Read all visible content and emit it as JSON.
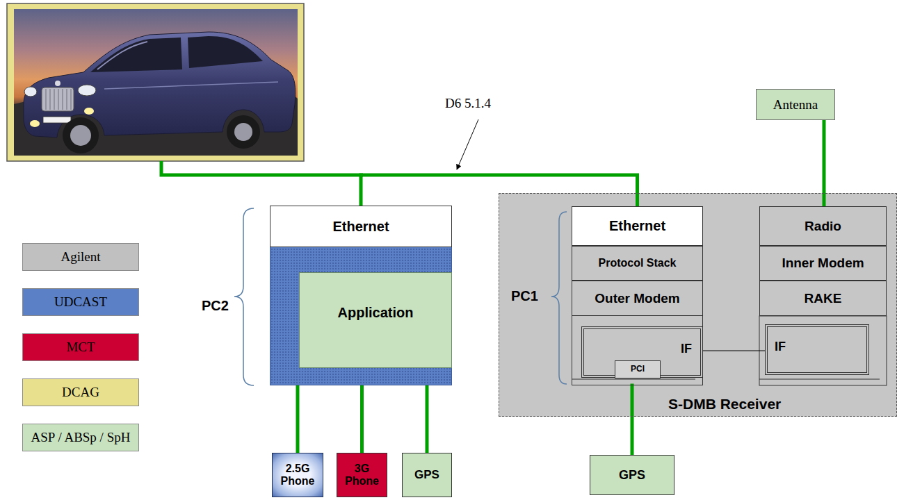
{
  "diagram": {
    "nodes": [
      {
        "text": [
          "Antenna"
        ]
      },
      {
        "text": [
          "PC2"
        ]
      },
      {
        "text": [
          "Ethernet"
        ],
        "in": 1
      },
      {
        "text": [
          "Application"
        ],
        "in": 1
      },
      {
        "text": [
          "S-DMB Receiver"
        ]
      },
      {
        "text": [
          "PC1"
        ],
        "in": 4
      },
      {
        "text": [
          "Ethernet"
        ],
        "in": 5
      },
      {
        "text": [
          "Protocol Stack"
        ],
        "in": 5
      },
      {
        "text": [
          "Outer Modem"
        ],
        "in": 5
      },
      {
        "text": [
          "IF"
        ],
        "in": 5
      },
      {
        "text": [
          "PCI"
        ],
        "in": 9
      },
      {
        "text": [
          "Radio"
        ],
        "in": 4
      },
      {
        "text": [
          "Inner Modem"
        ],
        "in": 4
      },
      {
        "text": [
          "RAKE"
        ],
        "in": 4
      },
      {
        "text": [
          "IF"
        ],
        "in": 4
      },
      {
        "text": [
          "2.5G Phone"
        ]
      },
      {
        "text": [
          "3G Phone"
        ]
      },
      {
        "text": [
          "GPS"
        ]
      },
      {
        "text": [
          "GPS"
        ]
      }
    ],
    "edges": [
      {
        "from": 2,
        "to": 6,
        "arrow": "none"
      },
      {
        "from": 0,
        "to": 11,
        "arrow": "none"
      },
      {
        "from": 9,
        "to": 14,
        "arrow": "none"
      },
      {
        "from": 1,
        "to": 15,
        "arrow": "none"
      },
      {
        "from": 1,
        "to": 16,
        "arrow": "none"
      },
      {
        "from": 1,
        "to": 17,
        "arrow": "none"
      },
      {
        "from": 5,
        "to": 18,
        "arrow": "none"
      }
    ],
    "labels": [
      "D6 5.1.4"
    ],
    "legend": [
      {
        "text": "Agilent",
        "color": "#c0c0c0"
      },
      {
        "text": "UDCAST",
        "color": "#5b80c6"
      },
      {
        "text": "MCT",
        "color": "#cc0033"
      },
      {
        "text": "DCAG",
        "color": "#e8e08c"
      },
      {
        "text": "ASP / ABSp / SpH",
        "color": "#c8e2c0"
      }
    ]
  }
}
